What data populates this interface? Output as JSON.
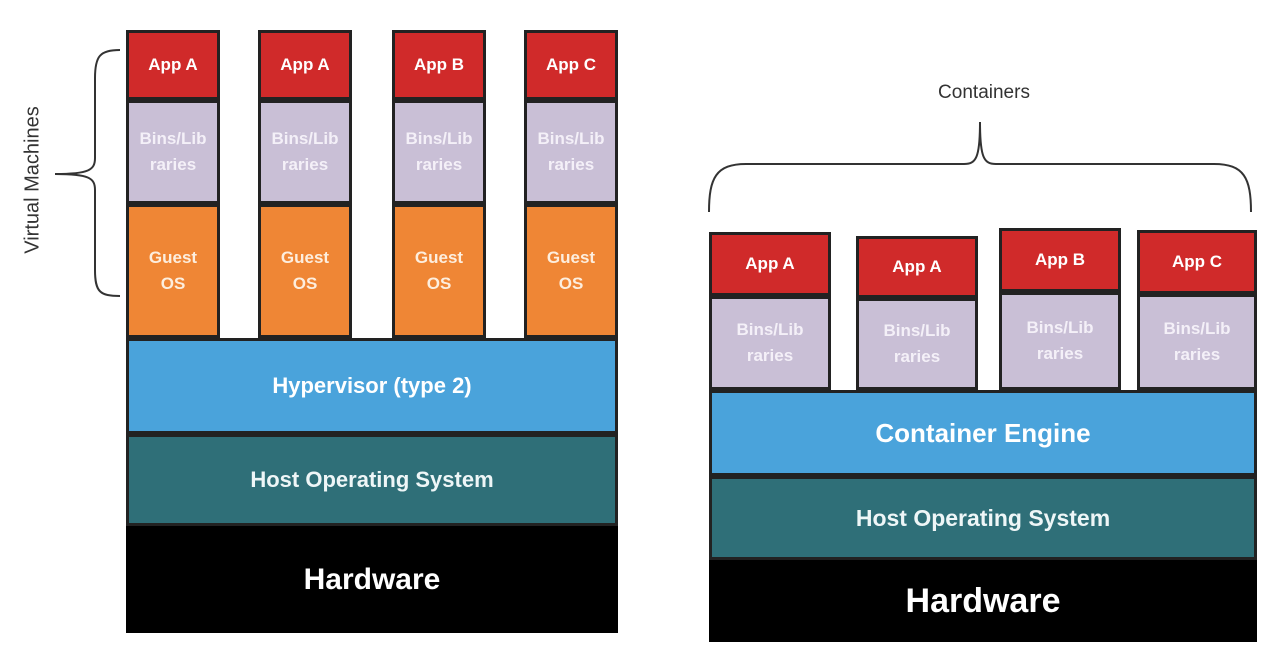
{
  "vm_stack": {
    "side_label": "Virtual Machines",
    "columns": [
      {
        "app": "App A",
        "bins_line1": "Bins/Lib",
        "bins_line2": "raries",
        "guest_line1": "Guest",
        "guest_line2": "OS"
      },
      {
        "app": "App A",
        "bins_line1": "Bins/Lib",
        "bins_line2": "raries",
        "guest_line1": "Guest",
        "guest_line2": "OS"
      },
      {
        "app": "App B",
        "bins_line1": "Bins/Lib",
        "bins_line2": "raries",
        "guest_line1": "Guest",
        "guest_line2": "OS"
      },
      {
        "app": "App C",
        "bins_line1": "Bins/Lib",
        "bins_line2": "raries",
        "guest_line1": "Guest",
        "guest_line2": "OS"
      }
    ],
    "hypervisor": "Hypervisor (type 2)",
    "host_os": "Host Operating System",
    "hardware": "Hardware"
  },
  "container_stack": {
    "top_label": "Containers",
    "columns": [
      {
        "app": "App A",
        "bins_line1": "Bins/Lib",
        "bins_line2": "raries"
      },
      {
        "app": "App A",
        "bins_line1": "Bins/Lib",
        "bins_line2": "raries"
      },
      {
        "app": "App B",
        "bins_line1": "Bins/Lib",
        "bins_line2": "raries"
      },
      {
        "app": "App C",
        "bins_line1": "Bins/Lib",
        "bins_line2": "raries"
      }
    ],
    "engine": "Container Engine",
    "host_os": "Host Operating System",
    "hardware": "Hardware"
  },
  "colors": {
    "app": "#d02a2a",
    "bins": "#c9bfd6",
    "guest_os": "#ef8635",
    "hypervisor": "#4aa3db",
    "host_os": "#2f6f78",
    "hardware": "#000000"
  }
}
